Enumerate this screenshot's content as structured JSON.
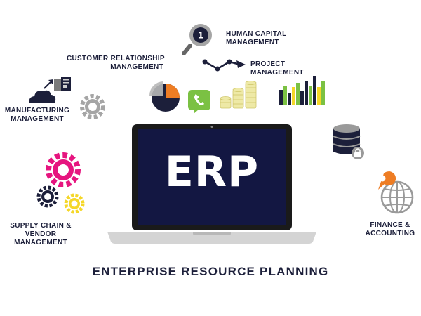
{
  "diagram": {
    "center_label": "ERP",
    "title": "ENTERPRISE RESOURCE PLANNING",
    "modules": {
      "human_capital": [
        "HUMAN CAPITAL",
        "MANAGEMENT"
      ],
      "customer_relationship": [
        "CUSTOMER RELATIONSHIP",
        "MANAGEMENT"
      ],
      "project": [
        "PROJECT",
        "MANAGEMENT"
      ],
      "manufacturing": [
        "MANUFACTURING",
        "MANAGEMENT"
      ],
      "supply_chain": [
        "SUPPLY CHAIN &",
        "VENDOR",
        "MANAGEMENT"
      ],
      "finance": [
        "FINANCE &",
        "ACCOUNTING"
      ]
    },
    "icons": [
      "magnifier-badge-icon",
      "line-chart-icon",
      "pie-chart-icon",
      "phone-dollar-icon",
      "coins-icon",
      "bar-chart-icon",
      "cloud-icon",
      "document-icon",
      "arrow-icon",
      "gear-icon",
      "database-lock-icon",
      "globe-pin-icon",
      "laptop-icon"
    ],
    "colors": {
      "navy": "#1c1f3a",
      "screen": "#131742",
      "pink": "#e6157f",
      "yellow": "#f5d728",
      "orange": "#ee7d24",
      "green": "#7bc143",
      "grey": "#9a9a9a"
    }
  }
}
